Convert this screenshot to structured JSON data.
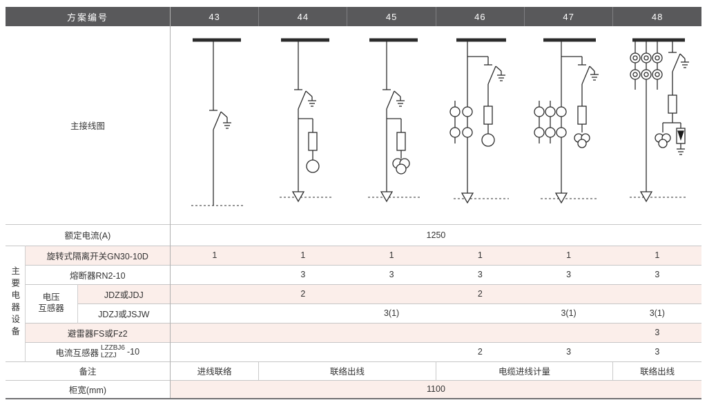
{
  "header": {
    "scheme_label": "方案编号",
    "schemes": [
      "43",
      "44",
      "45",
      "46",
      "47",
      "48"
    ]
  },
  "diagram": {
    "label": "主接线图"
  },
  "rated_current": {
    "label": "额定电流(A)",
    "value": "1250"
  },
  "equipment": {
    "group_label": "主要电器设备",
    "rotary_switch": {
      "label": "旋转式隔离开关GN30-10D",
      "values": [
        "1",
        "1",
        "1",
        "1",
        "1",
        "1"
      ]
    },
    "fuse": {
      "label": "熔断器RN2-10",
      "values": [
        "",
        "3",
        "3",
        "3",
        "3",
        "3"
      ]
    },
    "voltage_transformer": {
      "label_top": "电压",
      "label_bottom": "互感器",
      "jdz": {
        "label": "JDZ或JDJ",
        "values": [
          "",
          "2",
          "",
          "2",
          "",
          ""
        ]
      },
      "jdzj": {
        "label": "JDZJ或JSJW",
        "values": [
          "",
          "",
          "3(1)",
          "",
          "3(1)",
          "3(1)"
        ]
      }
    },
    "arrester": {
      "label": "避雷器FS或Fz2",
      "values": [
        "",
        "",
        "",
        "",
        "",
        "3"
      ]
    },
    "current_transformer": {
      "label_prefix": "电流互感器",
      "frac_top": "LZZBJ6",
      "frac_bottom": "LZZJ",
      "suffix": "-10",
      "values": [
        "",
        "",
        "",
        "2",
        "3",
        "3"
      ]
    }
  },
  "remarks": {
    "label": "备注",
    "cells": [
      {
        "text": "进线联络",
        "span": 1
      },
      {
        "text": "联络出线",
        "span": 2
      },
      {
        "text": "电缆进线计量",
        "span": 2
      },
      {
        "text": "联络出线",
        "span": 1
      }
    ]
  },
  "cabinet_width": {
    "label": "柜宽(mm)",
    "value": "1100"
  }
}
